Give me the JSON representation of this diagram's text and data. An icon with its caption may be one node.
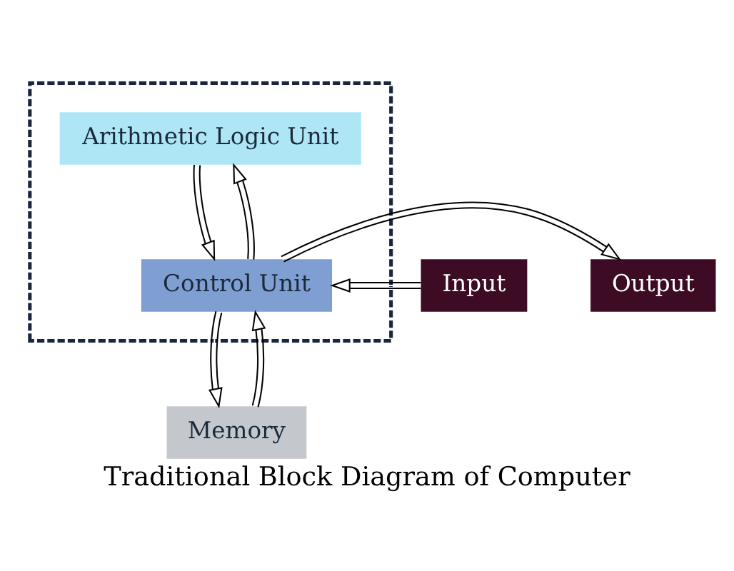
{
  "diagram": {
    "caption": "Traditional Block Diagram of Computer",
    "nodes": [
      {
        "text": [],
        "shape": "box"
      },
      {
        "text": [
          "Arithmetic Logic Unit"
        ],
        "in": 0
      },
      {
        "text": [
          "Input"
        ]
      },
      {
        "text": [
          "Control Unit"
        ],
        "in": 0
      },
      {
        "text": [
          "Output"
        ]
      },
      {
        "text": [
          "Memory"
        ]
      }
    ],
    "edges": [
      {
        "from": 3,
        "to": 1,
        "arrow": "to"
      },
      {
        "from": 1,
        "to": 3,
        "arrow": "to"
      },
      {
        "from": 2,
        "to": 3,
        "arrow": "to"
      },
      {
        "from": 3,
        "to": 4,
        "arrow": "to"
      },
      {
        "from": 5,
        "to": 3,
        "arrow": "to"
      },
      {
        "from": 3,
        "to": 5,
        "arrow": "to"
      }
    ]
  }
}
